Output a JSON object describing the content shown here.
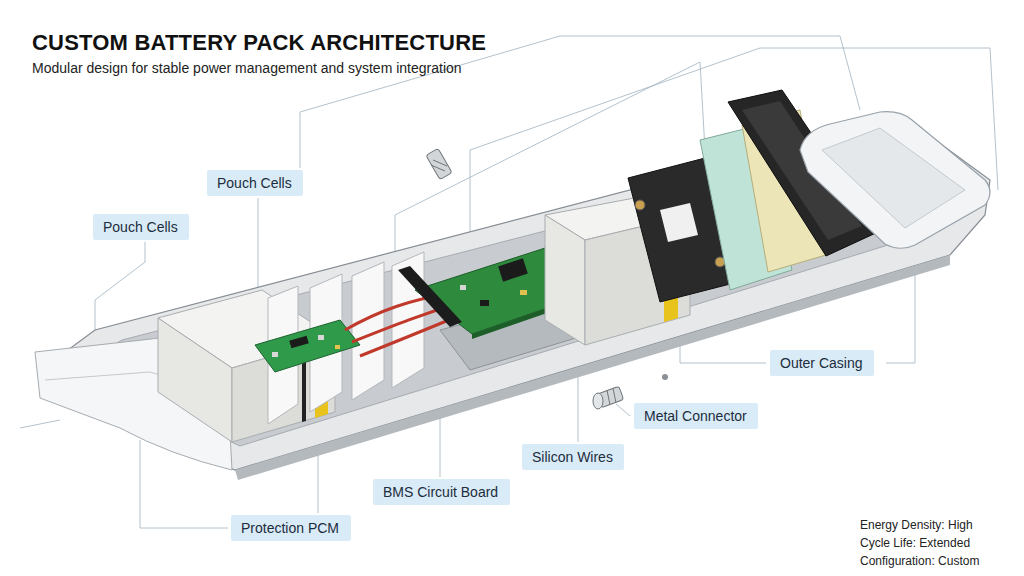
{
  "diagram": {
    "title": "CUSTOM BATTERY PACK ARCHITECTURE",
    "caption": "Modular design for stable power management and system integration",
    "nodes": [
      {
        "text": [
          "Pouch Cells"
        ]
      },
      {
        "text": [
          "Pouch Cells"
        ]
      },
      {
        "text": [
          "Outer Casing"
        ]
      },
      {
        "text": [
          "Metal Connector"
        ]
      },
      {
        "text": [
          "Silicon Wires"
        ]
      },
      {
        "text": [
          "BMS Circuit Board"
        ]
      },
      {
        "text": [
          "Protection PCM"
        ]
      }
    ],
    "labels": [
      "Energy Density: High",
      "Cycle Life: Extended",
      "Configuration: Custom"
    ]
  }
}
